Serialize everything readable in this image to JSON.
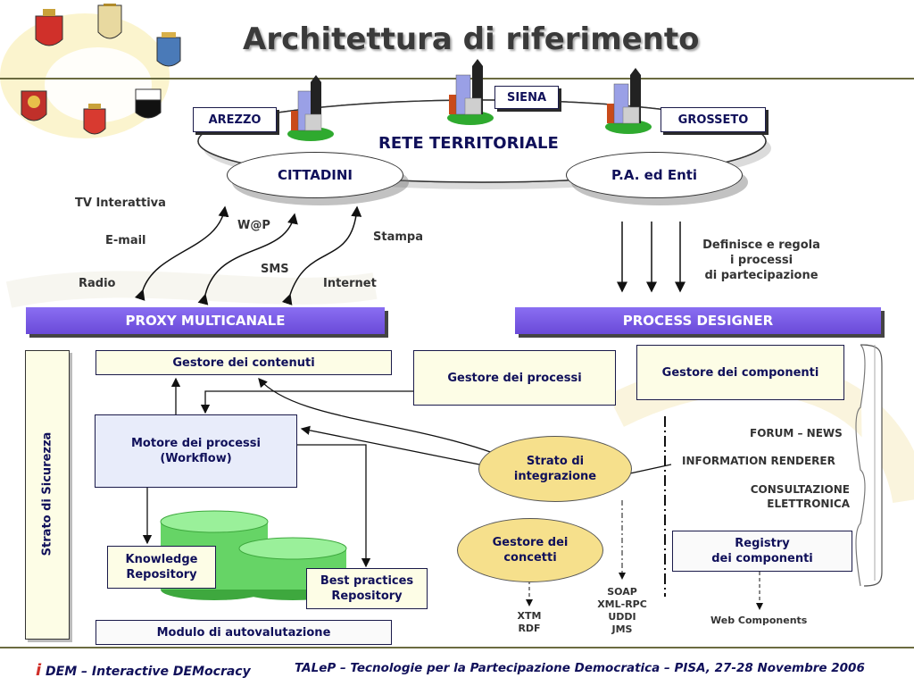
{
  "title": "Architettura di riferimento",
  "network": {
    "label": "RETE TERRITORIALE",
    "cities": [
      "AREZZO",
      "SIENA",
      "GROSSETO"
    ],
    "left_node": "CITTADINI",
    "right_node": "P.A. ed Enti"
  },
  "channels": {
    "tv": "TV Interattiva",
    "email": "E-mail",
    "radio": "Radio",
    "wap": "W@P",
    "sms": "SMS",
    "stampa": "Stampa",
    "internet": "Internet"
  },
  "pa_note": [
    "Definisce e regola",
    "i processi",
    "di partecipazione"
  ],
  "bars": {
    "proxy": "PROXY MULTICANALE",
    "designer": "PROCESS DESIGNER"
  },
  "security": "Strato di Sicurezza",
  "boxes": {
    "contenuti": "Gestore dei contenuti",
    "processi": "Gestore dei processi",
    "componenti": "Gestore dei componenti",
    "motore": [
      "Motore dei processi",
      "(Workflow)"
    ],
    "knowledge": [
      "Knowledge",
      "Repository"
    ],
    "best_practices": [
      "Best practices",
      "Repository"
    ],
    "autovalutazione": "Modulo di autovalutazione",
    "registry": [
      "Registry",
      "dei componenti"
    ]
  },
  "ellipses": {
    "integrazione": [
      "Strato di",
      "integrazione"
    ],
    "concetti": [
      "Gestore dei",
      "concetti"
    ]
  },
  "components": {
    "forum": "FORUM – NEWS",
    "renderer": "INFORMATION RENDERER",
    "consultazione": [
      "CONSULTAZIONE",
      "ELETTRONICA"
    ]
  },
  "protocols": [
    "SOAP",
    "XML-RPC",
    "UDDI",
    "JMS"
  ],
  "formats": [
    "XTM",
    "RDF"
  ],
  "web_components": "Web Components",
  "footer": {
    "logo_mark": "i",
    "left": "DEM – Interactive DEMocracy",
    "right": "TALeP – Tecnologie per la Partecipazione Democratica – PISA, 27-28 Novembre 2006"
  },
  "colors": {
    "accent_bar": "#6a4ad8",
    "box_fill": "#fdfde6",
    "motore_fill": "#e8ecfa",
    "ellipse_fill": "#f6e08c",
    "cylinder": "#7ee07e",
    "title_color": "#3a3a3a"
  }
}
